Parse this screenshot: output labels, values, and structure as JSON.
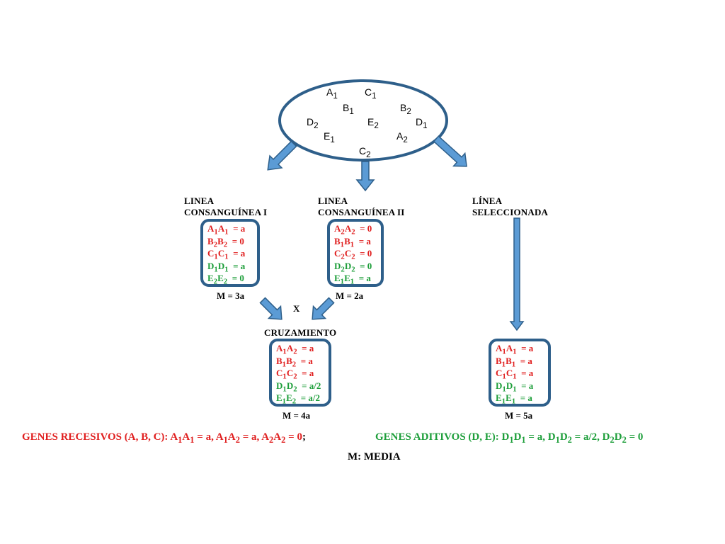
{
  "pool": {
    "genes": [
      {
        "id": "A1",
        "letter": "A",
        "sub": "1"
      },
      {
        "id": "C1",
        "letter": "C",
        "sub": "1"
      },
      {
        "id": "B1",
        "letter": "B",
        "sub": "1"
      },
      {
        "id": "B2",
        "letter": "B",
        "sub": "2"
      },
      {
        "id": "D2",
        "letter": "D",
        "sub": "2"
      },
      {
        "id": "E2",
        "letter": "E",
        "sub": "2"
      },
      {
        "id": "D1",
        "letter": "D",
        "sub": "1"
      },
      {
        "id": "E1",
        "letter": "E",
        "sub": "1"
      },
      {
        "id": "A2",
        "letter": "A",
        "sub": "2"
      },
      {
        "id": "C2",
        "letter": "C",
        "sub": "2"
      }
    ]
  },
  "lines": {
    "l1": {
      "title1": "LINEA",
      "title2": "CONSANGUÍNEA I",
      "rows": [
        {
          "g": "A",
          "s1": "1",
          "s2": "1",
          "val": "= a",
          "color": "red"
        },
        {
          "g": "B",
          "s1": "2",
          "s2": "2",
          "val": "= 0",
          "color": "red"
        },
        {
          "g": "C",
          "s1": "1",
          "s2": "1",
          "val": "= a",
          "color": "red"
        },
        {
          "g": "D",
          "s1": "1",
          "s2": "1",
          "val": "= a",
          "color": "green"
        },
        {
          "g": "E",
          "s1": "2",
          "s2": "2",
          "val": "= 0",
          "color": "green"
        }
      ],
      "mean": "M = 3a"
    },
    "l2": {
      "title1": "LINEA",
      "title2": "CONSANGUÍNEA II",
      "rows": [
        {
          "g": "A",
          "s1": "2",
          "s2": "2",
          "val": "= 0",
          "color": "red"
        },
        {
          "g": "B",
          "s1": "1",
          "s2": "1",
          "val": "= a",
          "color": "red"
        },
        {
          "g": "C",
          "s1": "2",
          "s2": "2",
          "val": "= 0",
          "color": "red"
        },
        {
          "g": "D",
          "s1": "2",
          "s2": "2",
          "val": "= 0",
          "color": "green"
        },
        {
          "g": "E",
          "s1": "1",
          "s2": "1",
          "val": "= a",
          "color": "green"
        }
      ],
      "mean": "M = 2a"
    },
    "sel": {
      "title1": "LÍNEA",
      "title2": "SELECCIONADA",
      "rows": [
        {
          "g": "A",
          "s1": "1",
          "s2": "1",
          "val": "= a",
          "color": "red"
        },
        {
          "g": "B",
          "s1": "1",
          "s2": "1",
          "val": "= a",
          "color": "red"
        },
        {
          "g": "C",
          "s1": "1",
          "s2": "1",
          "val": "= a",
          "color": "red"
        },
        {
          "g": "D",
          "s1": "1",
          "s2": "1",
          "val": "= a",
          "color": "green"
        },
        {
          "g": "E",
          "s1": "1",
          "s2": "1",
          "val": "= a",
          "color": "green"
        }
      ],
      "mean": "M = 5a"
    },
    "cross": {
      "title": "CRUZAMIENTO",
      "rows": [
        {
          "g": "A",
          "s1": "1",
          "s2": "2",
          "val": "= a",
          "color": "red"
        },
        {
          "g": "B",
          "s1": "1",
          "s2": "2",
          "val": "= a",
          "color": "red"
        },
        {
          "g": "C",
          "s1": "1",
          "s2": "2",
          "val": "= a",
          "color": "red"
        },
        {
          "g": "D",
          "s1": "1",
          "s2": "2",
          "val": "= a/2",
          "color": "green"
        },
        {
          "g": "E",
          "s1": "1",
          "s2": "2",
          "val": "= a/2",
          "color": "green"
        }
      ],
      "mean": "M = 4a"
    }
  },
  "cross_symbol": "X",
  "legend": {
    "recessive_label": "GENES RECESIVOS (A, B, C): ",
    "recessive_items": [
      {
        "g": "A",
        "s1": "1",
        "s2": "1",
        "val": " = a"
      },
      {
        "g": "A",
        "s1": "1",
        "s2": "2",
        "val": " = a"
      },
      {
        "g": "A",
        "s1": "2",
        "s2": "2",
        "val": " = 0"
      }
    ],
    "additive_label": "GENES ADITIVOS (D, E): ",
    "additive_items": [
      {
        "g": "D",
        "s1": "1",
        "s2": "1",
        "val": " = a"
      },
      {
        "g": "D",
        "s1": "1",
        "s2": "2",
        "val": " = a/2"
      },
      {
        "g": "D",
        "s1": "2",
        "s2": "2",
        "val": " = 0"
      }
    ],
    "media": "M: MEDIA"
  },
  "colors": {
    "red": "#e01f1f",
    "green": "#1d9e3a",
    "box_border": "#2e5f8a",
    "arrow_fill": "#5b9bd5",
    "arrow_stroke": "#2e5f8a"
  }
}
